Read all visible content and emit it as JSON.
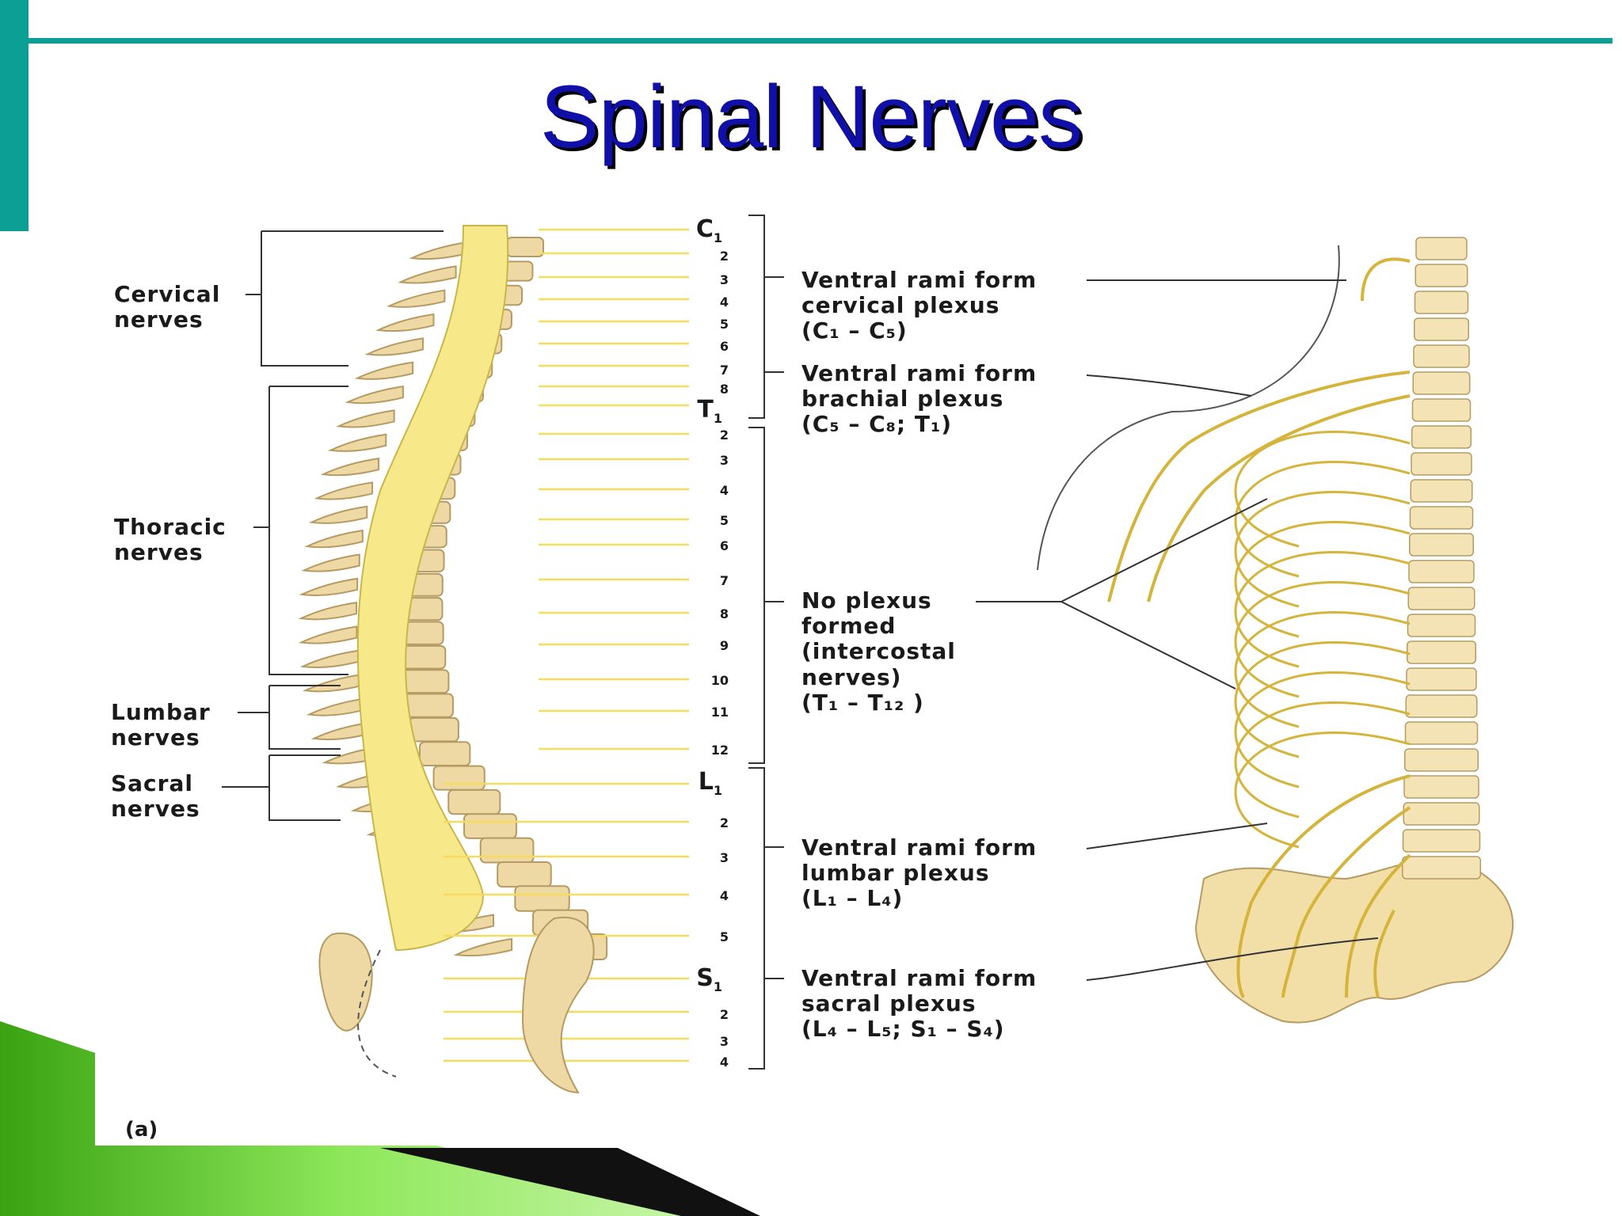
{
  "title": "Spinal Nerves",
  "figure_label": "(a)",
  "colors": {
    "teal": "#0c9f96",
    "title_blue": "#1010a8",
    "nerve_yellow": "#f5dc5e",
    "bone": "#f0dcae",
    "green": "#4cc21a"
  },
  "groups": [
    {
      "lines": [
        "Cervical",
        "nerves"
      ]
    },
    {
      "lines": [
        "Thoracic",
        "nerves"
      ]
    },
    {
      "lines": [
        "Lumbar",
        "nerves"
      ]
    },
    {
      "lines": [
        "Sacral",
        "nerves"
      ]
    }
  ],
  "segments": {
    "C1": "C",
    "C1_sub": "1",
    "cervical": [
      "2",
      "3",
      "4",
      "5",
      "6",
      "7",
      "8"
    ],
    "T1": "T",
    "T1_sub": "1",
    "thoracic": [
      "2",
      "3",
      "4",
      "5",
      "6",
      "7",
      "8",
      "9",
      "10",
      "11",
      "12"
    ],
    "L1": "L",
    "L1_sub": "1",
    "lumbar": [
      "2",
      "3",
      "4",
      "5"
    ],
    "S1": "S",
    "S1_sub": "1",
    "sacral": [
      "2",
      "3",
      "4"
    ]
  },
  "plexus_labels": [
    {
      "lines": [
        "Ventral rami form",
        "cervical plexus",
        "(C₁ – C₅)"
      ]
    },
    {
      "lines": [
        "Ventral rami form",
        "brachial plexus",
        "(C₅ – C₈; T₁)"
      ]
    },
    {
      "lines": [
        "No plexus",
        "formed",
        "(intercostal",
        "nerves)",
        "(T₁ – T₁₂ )"
      ]
    },
    {
      "lines": [
        "Ventral rami form",
        "lumbar plexus",
        "(L₁ – L₄)"
      ]
    },
    {
      "lines": [
        "Ventral rami form",
        "sacral plexus",
        "(L₄ – L₅; S₁ – S₄)"
      ]
    }
  ]
}
